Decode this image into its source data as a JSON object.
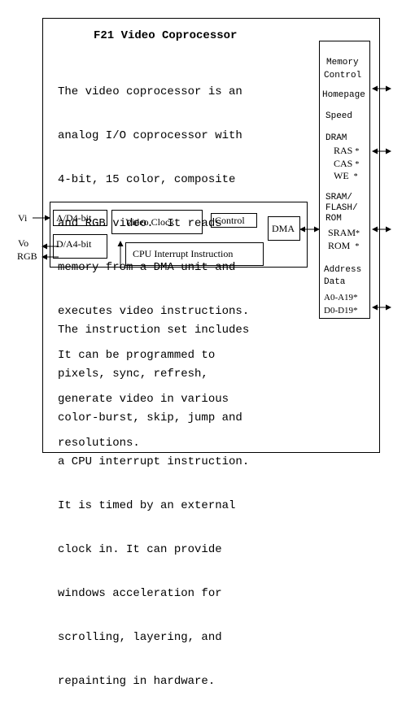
{
  "title": "F21 Video Coprocessor",
  "description_lines": [
    "The video coprocessor is an",
    "analog I/O coprocessor with",
    "4-bit, 15 color, composite",
    "and RGB video.  It reads",
    "memory from a DMA unit and",
    "executes video instructions.",
    "It can be programmed to",
    "generate video in various",
    "resolutions."
  ],
  "instruction_lines": [
    "The instruction set includes",
    "pixels, sync, refresh,",
    "color-burst, skip, jump and",
    "a CPU interrupt instruction.",
    "It is timed by an external",
    "clock in. It can provide",
    "windows acceleration for",
    "scrolling, layering, and",
    "repainting in hardware."
  ],
  "blocks": {
    "adc": "A/D4-bit",
    "dac": "D/A4-bit",
    "video_clock": "Video Clock",
    "control": "Control",
    "dma": "DMA",
    "cpu_interrupt": "CPU Interrupt Instruction"
  },
  "external_signals": {
    "vi": "Vi",
    "vo": "Vo",
    "rgb": "RGB"
  },
  "memory_panel": {
    "memory": "Memory",
    "control": "Control",
    "homepage": "Homepage",
    "speed": "Speed",
    "dram": "DRAM",
    "ras": "RAS",
    "cas": "CAS",
    "we": "WE",
    "sram_flash_rom_1": "SRAM/",
    "sram_flash_rom_2": "FLASH/",
    "sram_flash_rom_3": "ROM",
    "sram": "SRAM",
    "rom": "ROM",
    "address": "Address",
    "data": "Data",
    "a_bus": "A0-A19",
    "d_bus": "D0-D19",
    "active_low_mark": "*"
  }
}
